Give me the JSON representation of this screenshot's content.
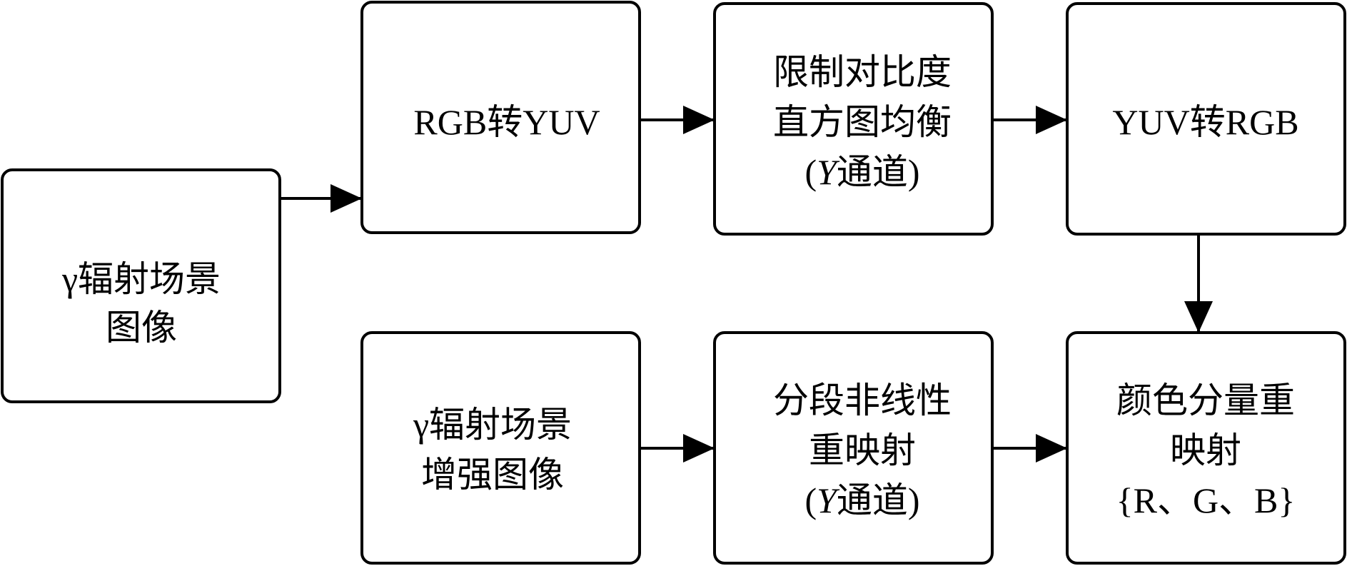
{
  "nodes": {
    "input_image": {
      "lines": [
        "γ辐射场景",
        "图像"
      ]
    },
    "rgb_to_yuv": {
      "lines": [
        "RGB转YUV"
      ]
    },
    "clahe": {
      "lines": [
        "限制对比度",
        "直方图均衡"
      ],
      "note_prefix": "(",
      "note_italic": "Y",
      "note_suffix": "通道)"
    },
    "yuv_to_rgb": {
      "lines": [
        "YUV转RGB"
      ]
    },
    "color_remap": {
      "lines": [
        "颜色分量重",
        "映射",
        "{R、G、B}"
      ]
    },
    "piecewise_remap": {
      "lines": [
        "分段非线性",
        "重映射"
      ],
      "note_prefix": "(",
      "note_italic": "Y",
      "note_suffix": "通道)"
    },
    "enhanced_image": {
      "lines": [
        "γ辐射场景",
        "增强图像"
      ]
    }
  },
  "colors": {
    "stroke": "#000000",
    "fill": "#ffffff",
    "text": "#000000"
  }
}
